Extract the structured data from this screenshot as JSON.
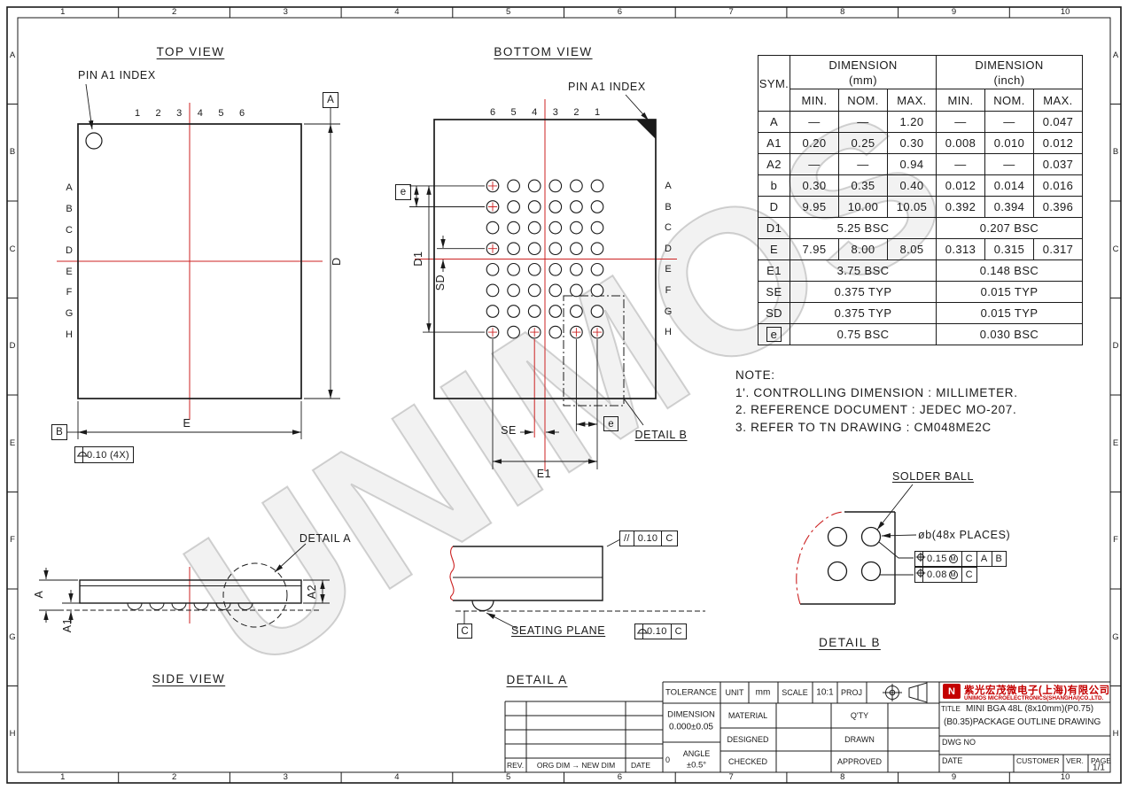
{
  "watermark": "UNIMOS",
  "frame": {
    "cols": [
      "1",
      "2",
      "3",
      "4",
      "5",
      "6",
      "7",
      "8",
      "9",
      "10"
    ],
    "rows": [
      "A",
      "B",
      "C",
      "D",
      "E",
      "F",
      "G",
      "H"
    ]
  },
  "top_view": {
    "title": "TOP VIEW",
    "pin_label": "PIN A1 INDEX",
    "col_numbers": [
      "1",
      "2",
      "3",
      "4",
      "5",
      "6"
    ],
    "row_letters": [
      "A",
      "B",
      "C",
      "D",
      "E",
      "F",
      "G",
      "H"
    ],
    "dim_d": "D",
    "dim_e": "E",
    "datum_a": "A",
    "datum_b": "B",
    "flatness_value": "0.10 (4X)"
  },
  "bottom_view": {
    "title": "BOTTOM VIEW",
    "pin_label": "PIN A1 INDEX",
    "col_numbers": [
      "6",
      "5",
      "4",
      "3",
      "2",
      "1"
    ],
    "row_letters": [
      "A",
      "B",
      "C",
      "D",
      "E",
      "F",
      "G",
      "H"
    ],
    "dim_e_top": "e",
    "dim_d1": "D1",
    "dim_sd": "SD",
    "dim_se": "SE",
    "dim_e1": "E1",
    "dim_e_bottom": "e",
    "detail_b_label": "DETAIL B"
  },
  "dim_table": {
    "sym_header": "SYM.",
    "group_headers": [
      {
        "line1": "DIMENSION",
        "line2": "(mm)"
      },
      {
        "line1": "DIMENSION",
        "line2": "(inch)"
      }
    ],
    "sub_headers": [
      "MIN.",
      "NOM.",
      "MAX.",
      "MIN.",
      "NOM.",
      "MAX."
    ],
    "rows": [
      {
        "sym": "A",
        "mm": [
          "—",
          "—",
          "1.20"
        ],
        "inch": [
          "—",
          "—",
          "0.047"
        ]
      },
      {
        "sym": "A1",
        "mm": [
          "0.20",
          "0.25",
          "0.30"
        ],
        "inch": [
          "0.008",
          "0.010",
          "0.012"
        ]
      },
      {
        "sym": "A2",
        "mm": [
          "—",
          "—",
          "0.94"
        ],
        "inch": [
          "—",
          "—",
          "0.037"
        ]
      },
      {
        "sym": "b",
        "mm": [
          "0.30",
          "0.35",
          "0.40"
        ],
        "inch": [
          "0.012",
          "0.014",
          "0.016"
        ]
      },
      {
        "sym": "D",
        "mm": [
          "9.95",
          "10.00",
          "10.05"
        ],
        "inch": [
          "0.392",
          "0.394",
          "0.396"
        ]
      },
      {
        "sym": "D1",
        "mm_span": "5.25  BSC",
        "inch_span": "0.207  BSC"
      },
      {
        "sym": "E",
        "mm": [
          "7.95",
          "8.00",
          "8.05"
        ],
        "inch": [
          "0.313",
          "0.315",
          "0.317"
        ]
      },
      {
        "sym": "E1",
        "mm_span": "3.75  BSC",
        "inch_span": "0.148  BSC"
      },
      {
        "sym": "SE",
        "mm_span": "0.375  TYP",
        "inch_span": "0.015  TYP"
      },
      {
        "sym": "SD",
        "mm_span": "0.375  TYP",
        "inch_span": "0.015  TYP"
      },
      {
        "sym": "e",
        "boxed": true,
        "mm_span": "0.75  BSC",
        "inch_span": "0.030  BSC"
      }
    ]
  },
  "notes": {
    "title": "NOTE:",
    "items": [
      "1'. CONTROLLING DIMENSION : MILLIMETER.",
      "2. REFERENCE DOCUMENT : JEDEC MO-207.",
      "3. REFER TO TN DRAWING : CM048ME2C"
    ]
  },
  "side_view": {
    "title": "SIDE VIEW",
    "detail_a_callout": "DETAIL A",
    "dim_a": "A",
    "dim_a1": "A1",
    "dim_a2": "A2"
  },
  "detail_a": {
    "title": "DETAIL A",
    "parallelism_symbol": "//",
    "parallelism_value": "0.10",
    "parallelism_datum": "C",
    "seating_plane": "SEATING PLANE",
    "datum_c": "C",
    "profile_value": "0.10",
    "profile_datum": "C"
  },
  "detail_b": {
    "title": "DETAIL B",
    "solder_ball_label": "SOLDER BALL",
    "ball_dim": "øb(48x PLACES)",
    "pos_tol_1": {
      "value": "0.15",
      "modifier": "M",
      "datums": [
        "C",
        "A",
        "B"
      ]
    },
    "pos_tol_2": {
      "value": "0.08",
      "modifier": "M",
      "datums": [
        "C"
      ]
    }
  },
  "title_block": {
    "tolerance": "TOLERANCE",
    "unit_label": "UNIT",
    "unit_value": "mm",
    "scale_label": "SCALE",
    "scale_value": "10:1",
    "proj_label": "PROJ",
    "dimension_label": "DIMENSION",
    "dimension_value": "0.000±0.05",
    "material_label": "MATERIAL",
    "qty_label": "Q'TY",
    "designed_label": "DESIGNED",
    "drawn_label": "DRAWN",
    "angle_label": "ANGLE",
    "angle_prefix": "0",
    "angle_value": "±0.5°",
    "checked_label": "CHECKED",
    "approved_label": "APPROVED",
    "company_cn": "紫光宏茂微电子(上海)有限公司",
    "company_en": "UNIMOS MICROELECTRONICS(SHANGHAI)CO.,LTD.",
    "logo_letter": "N",
    "title_label": "TITLE",
    "title_line1": "MINI BGA 48L (8x10mm)(P0.75)",
    "title_line2": "(B0.35)PACKAGE OUTLINE DRAWING",
    "dwg_no_label": "DWG NO",
    "date_label": "DATE",
    "customer_label": "CUSTOMER",
    "ver_label": "VER.",
    "page_label": "PAGE",
    "page_value": "1/1",
    "rev_label": "REV.",
    "rev_org_new": "ORG DIM → NEW DIM",
    "rev_date_label": "DATE"
  }
}
